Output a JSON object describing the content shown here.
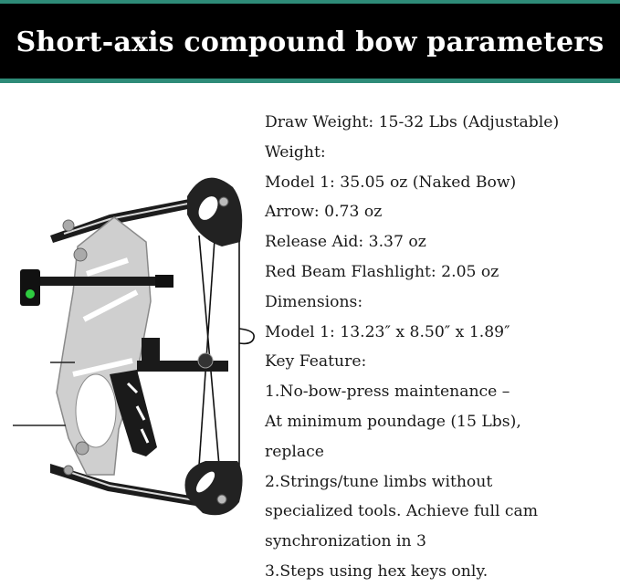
{
  "header": {
    "title": "Short-axis compound bow parameters",
    "colors": {
      "background": "#000000",
      "accent_band": "#2e8b78",
      "text": "#ffffff"
    }
  },
  "product_image": {
    "subject": "short-axis compound bow",
    "icon": "compound-bow-illustration"
  },
  "specs": {
    "lines": [
      "Draw Weight: 15-32 Lbs (Adjustable)",
      "Weight:",
      "Model 1: 35.05 oz (Naked Bow)",
      "Arrow: 0.73 oz",
      "Release Aid: 3.37 oz",
      "Red Beam Flashlight: 2.05 oz",
      "Dimensions:",
      "Model 1: 13.23″ x 8.50″ x 1.89″",
      "Key Feature:",
      "1.No-bow-press maintenance –",
      "At minimum poundage (15 Lbs),",
      "replace",
      "2.Strings/tune limbs without",
      "specialized tools. Achieve full cam",
      "synchronization in 3",
      "3.Steps using hex keys only."
    ]
  }
}
